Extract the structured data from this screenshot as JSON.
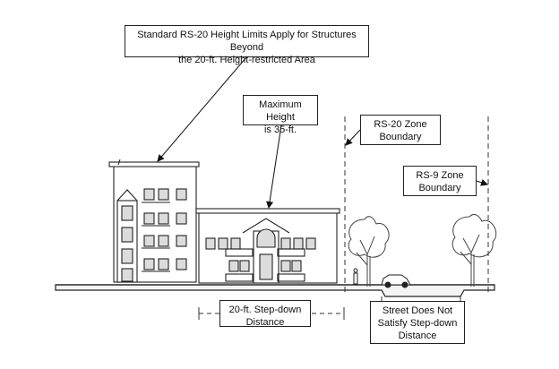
{
  "callouts": {
    "standard": [
      "Standard RS-20 Height Limits Apply for Structures Beyond",
      "the 20-ft. Height-restricted Area"
    ],
    "max_height": [
      "Maximum Height",
      "is 35-ft."
    ],
    "rs20_zone": [
      "RS-20 Zone",
      "Boundary"
    ],
    "rs9_zone": [
      "RS-9 Zone",
      "Boundary"
    ],
    "step_down": [
      "20-ft. Step-down",
      "Distance"
    ],
    "street": [
      "Street Does Not",
      "Satisfy Step-down",
      "Distance"
    ]
  }
}
